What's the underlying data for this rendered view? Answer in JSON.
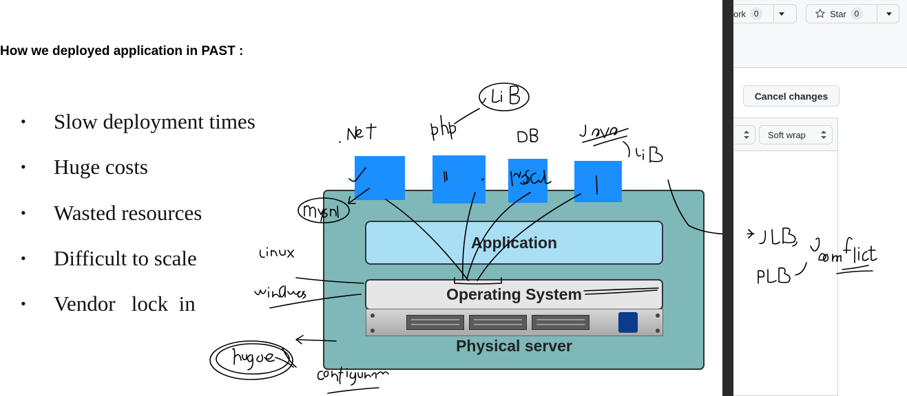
{
  "slide": {
    "title": "How we deployed application in PAST :",
    "bullets": [
      "Slow deployment times",
      "Huge costs",
      "Wasted resources",
      "Difficult to scale",
      "Vendor   lock  in"
    ],
    "bullet_glyph": "•",
    "diagram": {
      "application_label": "Application",
      "os_label": "Operating System",
      "server_label": "Physical server"
    },
    "handwritten_notes": [
      ".Net",
      "php",
      "LiB",
      "DB",
      "Java",
      "LiB",
      "mySQL",
      "mysql",
      "Linux",
      "windows",
      "Huge",
      "configuration",
      "JLB",
      "PLB",
      "Conflict"
    ],
    "colors": {
      "app_cube": "#1a8fff",
      "server_box": "#7fb8b8",
      "app_layer": "#a9dff5",
      "ink": "#000000"
    }
  },
  "github": {
    "fork_label": "ork",
    "fork_count": "0",
    "star_icon": "star-icon",
    "star_label": "Star",
    "star_count": "0",
    "cancel_label": "Cancel changes",
    "indent_select": "",
    "wrap_select": "Soft wrap"
  }
}
